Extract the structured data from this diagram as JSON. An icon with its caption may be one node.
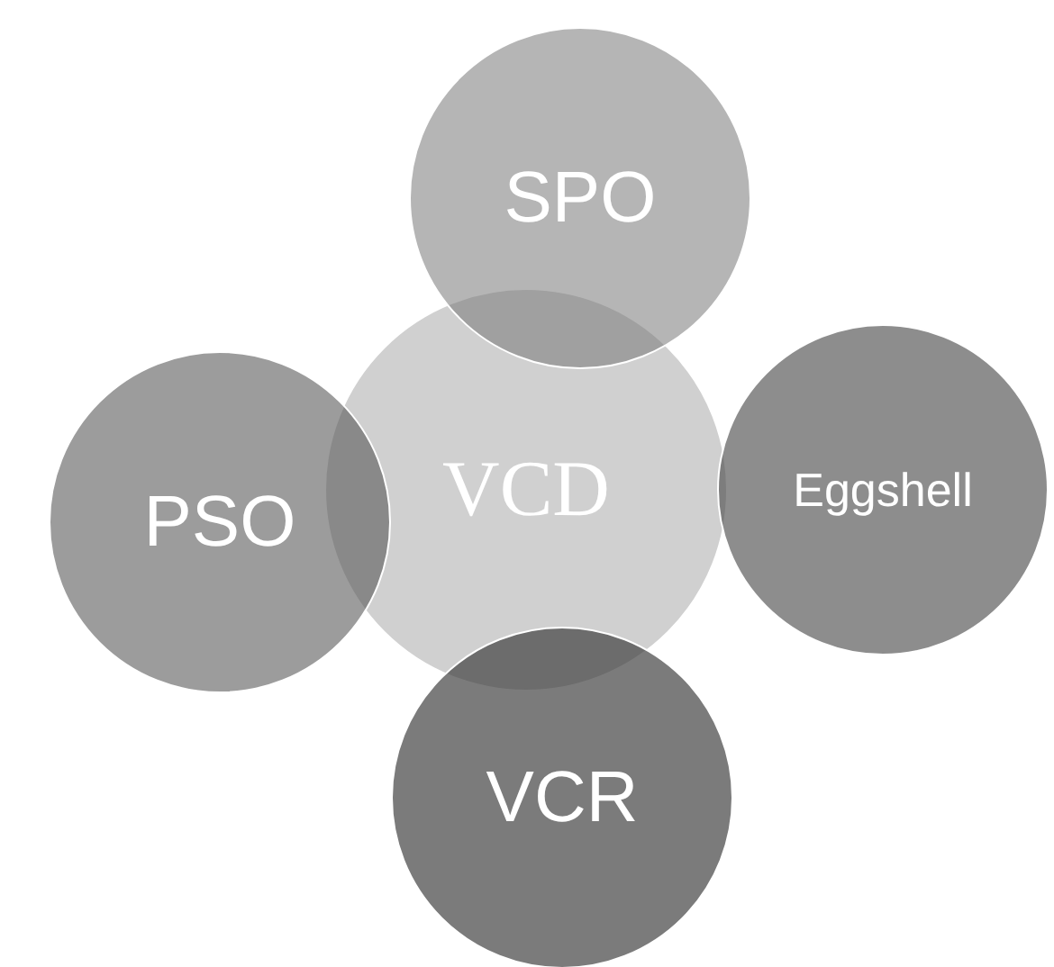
{
  "diagram": {
    "nodes": [
      {
        "text": [
          "SPO"
        ]
      },
      {
        "text": [
          "PSO"
        ]
      },
      {
        "text": [
          "VCD"
        ]
      },
      {
        "text": [
          "Eggshell"
        ]
      },
      {
        "text": [
          "VCR"
        ]
      }
    ]
  }
}
